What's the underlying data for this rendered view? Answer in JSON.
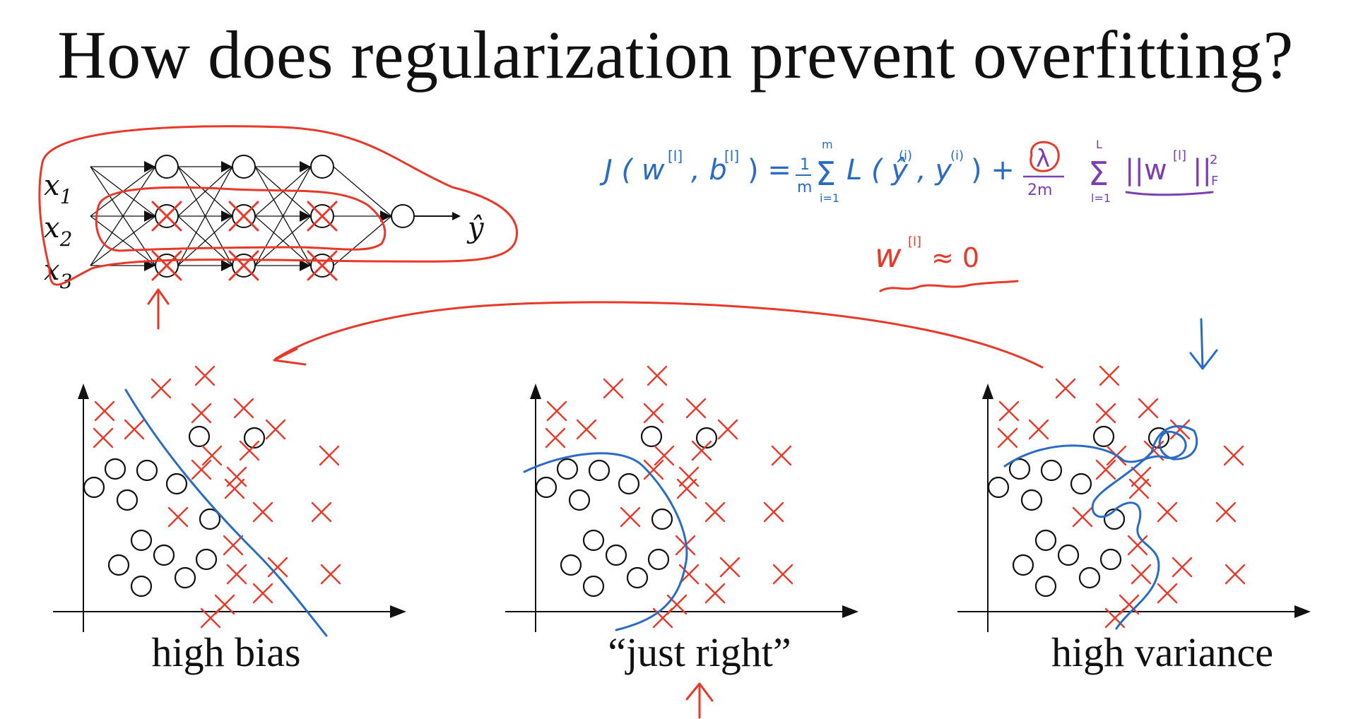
{
  "title": "How does regularization prevent overfitting?",
  "network": {
    "inputs": [
      "x",
      "x",
      "x"
    ],
    "input_subscripts": [
      "1",
      "2",
      "3"
    ],
    "output": "ŷ"
  },
  "annotation": {
    "cost_function": "J(w[l], b[l]) = 1/m Σ_{i=1}^{m} L(ŷ(i), y(i)) + λ/2m Σ_{l=1}^{L} ||w[l]||²_F",
    "weights_approx": "w[l] ≈ 0"
  },
  "panels": [
    {
      "caption": "high bias"
    },
    {
      "caption": "“just right”"
    },
    {
      "caption": "high variance"
    }
  ],
  "colors": {
    "ink_red": "#e8382a",
    "ink_blue": "#2a6bc4",
    "ink_purple": "#7a3fb4",
    "text": "#111111"
  }
}
